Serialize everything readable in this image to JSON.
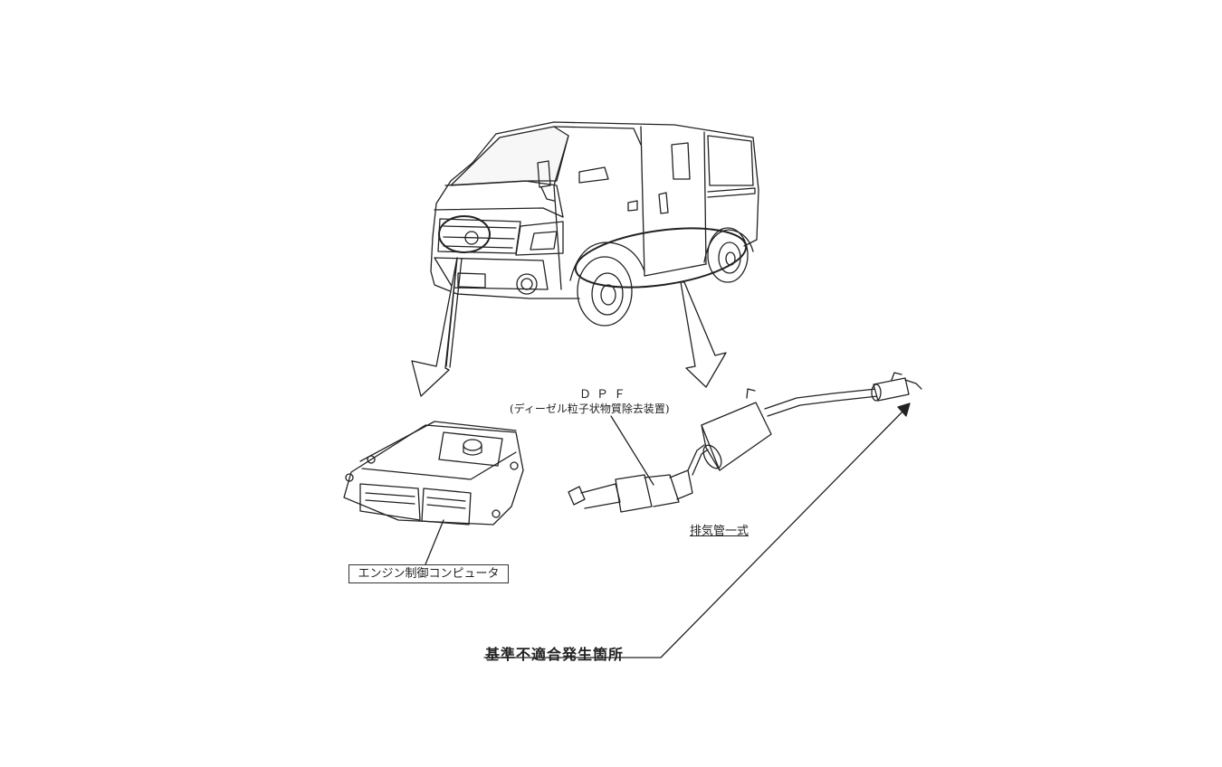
{
  "diagram": {
    "labels": {
      "dpf_title": "ＤＰＦ",
      "dpf_subtitle": "(ディーゼル粒子状物質除去装置)",
      "exhaust_pipe": "排気管一式",
      "engine_ecu": "エンジン制御コンピュータ",
      "noncompliance_location": "基準不適合発生箇所"
    },
    "icons": {
      "van": "van-illustration-icon",
      "ecu": "ecu-module-icon",
      "exhaust": "exhaust-system-icon"
    }
  }
}
